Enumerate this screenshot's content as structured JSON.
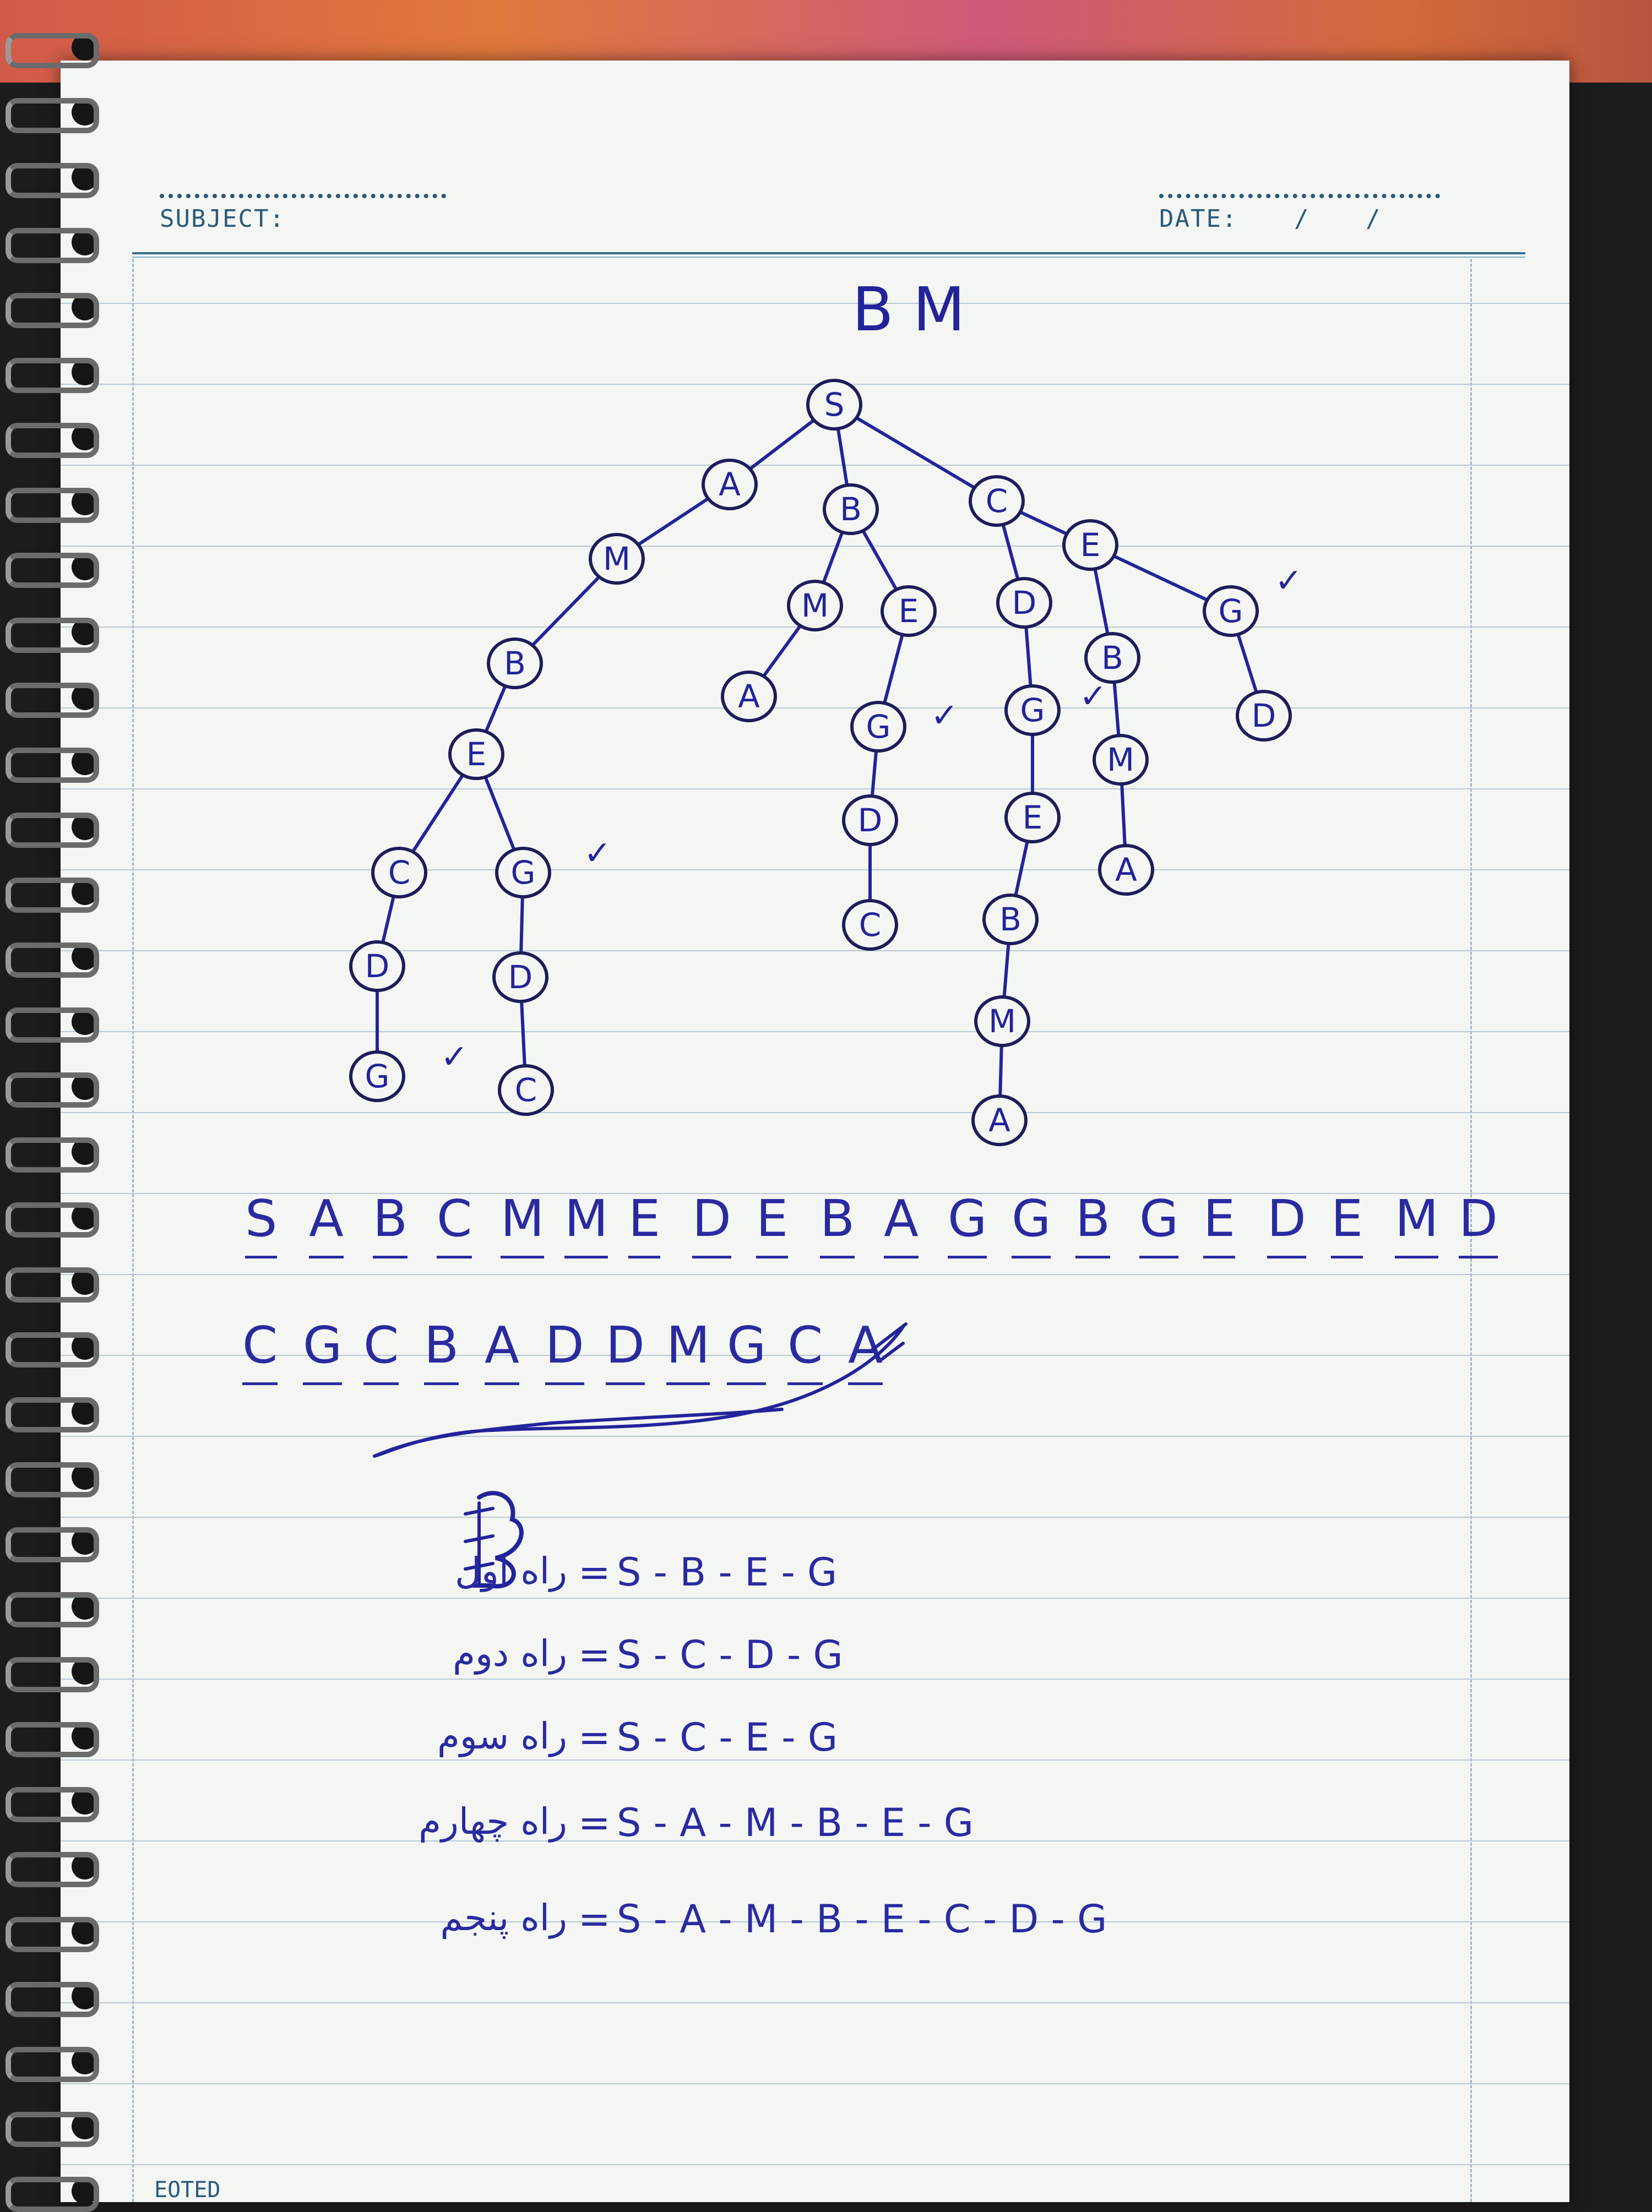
{
  "header": {
    "subject_label": "SUBJECT:",
    "date_label": "DATE:",
    "date_sep1": "/",
    "date_sep2": "/"
  },
  "title": "B M",
  "tree": {
    "nodes": [
      {
        "id": "S",
        "label": "S"
      },
      {
        "id": "n1",
        "label": "A"
      },
      {
        "id": "n2",
        "label": "B"
      },
      {
        "id": "n3",
        "label": "C"
      },
      {
        "id": "n4",
        "label": "E"
      },
      {
        "id": "n5",
        "label": "G"
      },
      {
        "id": "n6",
        "label": "M"
      },
      {
        "id": "n7",
        "label": "B"
      },
      {
        "id": "n8",
        "label": "E"
      },
      {
        "id": "n9",
        "label": "C"
      },
      {
        "id": "n10",
        "label": "D"
      },
      {
        "id": "n11",
        "label": "G"
      },
      {
        "id": "n12",
        "label": "G"
      },
      {
        "id": "n13",
        "label": "D"
      },
      {
        "id": "n14",
        "label": "C"
      },
      {
        "id": "n15",
        "label": "M"
      },
      {
        "id": "n16",
        "label": "A"
      },
      {
        "id": "n17",
        "label": "E"
      },
      {
        "id": "n18",
        "label": "G"
      },
      {
        "id": "n19",
        "label": "D"
      },
      {
        "id": "n20",
        "label": "C"
      },
      {
        "id": "n21",
        "label": "D"
      },
      {
        "id": "n22",
        "label": "G"
      },
      {
        "id": "n23",
        "label": "E"
      },
      {
        "id": "n24",
        "label": "B"
      },
      {
        "id": "n25",
        "label": "M"
      },
      {
        "id": "n26",
        "label": "A"
      },
      {
        "id": "n27",
        "label": "B"
      },
      {
        "id": "n28",
        "label": "M"
      },
      {
        "id": "n29",
        "label": "A"
      },
      {
        "id": "n30",
        "label": "D"
      }
    ],
    "check_mark": "✓"
  },
  "sequence_line1": [
    "S",
    "A",
    "B",
    "C",
    "M",
    "M",
    "E",
    "D",
    "E",
    "B",
    "A",
    "G",
    "G",
    "B",
    "G",
    "E",
    "D",
    "E",
    "M",
    "D"
  ],
  "sequence_line2": [
    "C",
    "G",
    "C",
    "B",
    "A",
    "D",
    "D",
    "M",
    "G",
    "C",
    "A"
  ],
  "section_mark": "B",
  "paths": [
    {
      "label": "راه اول",
      "eq": "=",
      "path": "S - B - E - G"
    },
    {
      "label": "راه دوم",
      "eq": "=",
      "path": "S - C - D - G"
    },
    {
      "label": "راه سوم",
      "eq": "=",
      "path": "S - C - E - G"
    },
    {
      "label": "راه چهارم",
      "eq": "=",
      "path": "S - A - M - B - E - G"
    },
    {
      "label": "راه پنجم",
      "eq": "=",
      "path": "S - A - M - B - E - C - D - G"
    }
  ],
  "footer": {
    "label": "EOTED"
  }
}
